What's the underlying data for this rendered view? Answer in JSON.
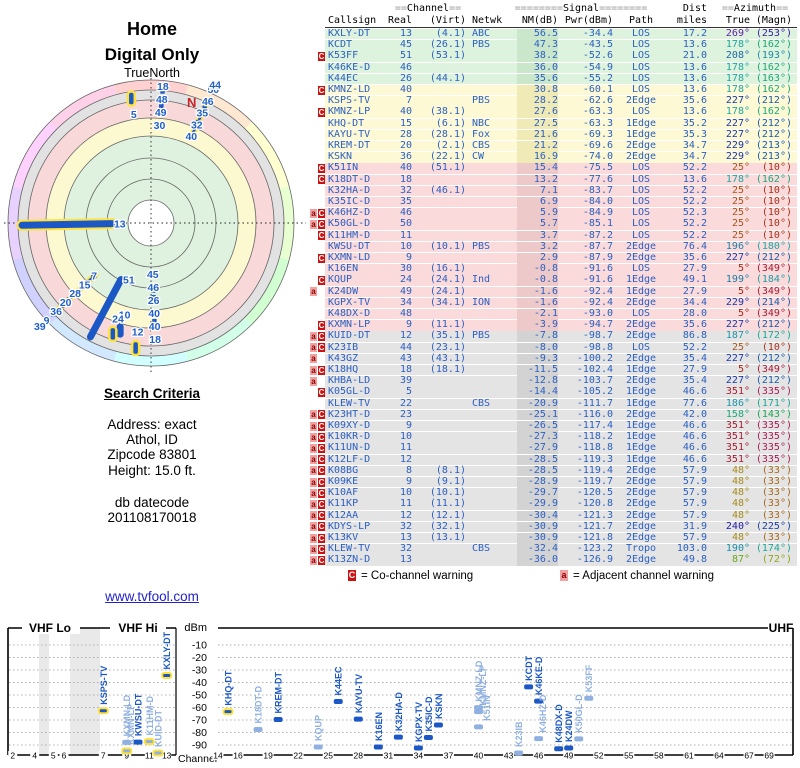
{
  "app": {
    "title1": "Home",
    "title2": "Digital Only",
    "compass": "TrueNorth",
    "north": "N"
  },
  "search": {
    "title": "Search Criteria",
    "lines": [
      "Address: exact",
      "Athol, ID",
      "Zipcode 83801",
      "Height: 15.0 ft."
    ],
    "db_label": "db datecode",
    "db_value": "201108170018"
  },
  "link": {
    "url_text": "www.tvfool.com"
  },
  "legend": {
    "c_symbol": "C",
    "c_text": "= Co-channel warning",
    "a_symbol": "a",
    "a_text": "= Adjacent channel warning"
  },
  "colors": {
    "text_blue": "#2a5fc4",
    "marker_dark": "#1b57c5",
    "marker_light": "#8fb0e0",
    "halo_yellow": "#ffe23c",
    "warn_red": "#cc1111",
    "warn_pink": "#f2a0a0",
    "north_red": "#cc2222"
  },
  "table": {
    "group_headers": {
      "channel": "==Channel==",
      "signal": "========Signal========",
      "dist": "Dist",
      "azimuth": "==Azimuth=="
    },
    "col_headers": {
      "cs": "Callsign",
      "re": "Real",
      "vi": "(Virt)",
      "nw": "Netwk",
      "nm": "NM(dB)",
      "pw": "Pwr(dBm)",
      "pa": "Path",
      "di": "miles",
      "tr": "True",
      "mg": "(Magn)"
    },
    "rows": [
      {
        "a": 0,
        "c": 0,
        "cs": "KXLY-DT",
        "re": "13",
        "vi": "(4.1)",
        "nw": "ABC",
        "nm": "56.5",
        "pw": "-34.4",
        "pa": "LOS",
        "di": "17.2",
        "tr": "269°",
        "mg": "(253°)"
      },
      {
        "a": 0,
        "c": 0,
        "cs": "KCDT",
        "re": "45",
        "vi": "(26.1)",
        "nw": "PBS",
        "nm": "47.3",
        "pw": "-43.5",
        "pa": "LOS",
        "di": "13.6",
        "tr": "178°",
        "mg": "(162°)"
      },
      {
        "a": 0,
        "c": 1,
        "cs": "K53FF",
        "re": "51",
        "vi": "(53.1)",
        "nw": "",
        "nm": "38.2",
        "pw": "-52.6",
        "pa": "LOS",
        "di": "21.0",
        "tr": "208°",
        "mg": "(193°)"
      },
      {
        "a": 0,
        "c": 0,
        "cs": "K46KE-D",
        "re": "46",
        "vi": "",
        "nw": "",
        "nm": "36.0",
        "pw": "-54.9",
        "pa": "LOS",
        "di": "13.6",
        "tr": "178°",
        "mg": "(162°)"
      },
      {
        "a": 0,
        "c": 0,
        "cs": "K44EC",
        "re": "26",
        "vi": "(44.1)",
        "nw": "",
        "nm": "35.6",
        "pw": "-55.2",
        "pa": "LOS",
        "di": "13.6",
        "tr": "178°",
        "mg": "(163°)"
      },
      {
        "a": 0,
        "c": 1,
        "cs": "KMNZ-LD",
        "re": "40",
        "vi": "",
        "nw": "",
        "nm": "30.8",
        "pw": "-60.1",
        "pa": "LOS",
        "di": "13.6",
        "tr": "178°",
        "mg": "(162°)"
      },
      {
        "a": 0,
        "c": 0,
        "cs": "KSPS-TV",
        "re": "7",
        "vi": "",
        "nw": "PBS",
        "nm": "28.2",
        "pw": "-62.6",
        "pa": "2Edge",
        "di": "35.6",
        "tr": "227°",
        "mg": "(212°)"
      },
      {
        "a": 0,
        "c": 1,
        "cs": "KMNZ-LP",
        "re": "40",
        "vi": "(38.1)",
        "nw": "",
        "nm": "27.6",
        "pw": "-63.3",
        "pa": "LOS",
        "di": "13.6",
        "tr": "178°",
        "mg": "(162°)"
      },
      {
        "a": 0,
        "c": 0,
        "cs": "KHQ-DT",
        "re": "15",
        "vi": "(6.1)",
        "nw": "NBC",
        "nm": "27.5",
        "pw": "-63.3",
        "pa": "1Edge",
        "di": "35.2",
        "tr": "227°",
        "mg": "(212°)"
      },
      {
        "a": 0,
        "c": 0,
        "cs": "KAYU-TV",
        "re": "28",
        "vi": "(28.1)",
        "nw": "Fox",
        "nm": "21.6",
        "pw": "-69.3",
        "pa": "1Edge",
        "di": "35.3",
        "tr": "227°",
        "mg": "(212°)"
      },
      {
        "a": 0,
        "c": 0,
        "cs": "KREM-DT",
        "re": "20",
        "vi": "(2.1)",
        "nw": "CBS",
        "nm": "21.2",
        "pw": "-69.6",
        "pa": "2Edge",
        "di": "34.7",
        "tr": "229°",
        "mg": "(213°)"
      },
      {
        "a": 0,
        "c": 0,
        "cs": "KSKN",
        "re": "36",
        "vi": "(22.1)",
        "nw": "CW",
        "nm": "16.9",
        "pw": "-74.0",
        "pa": "2Edge",
        "di": "34.7",
        "tr": "229°",
        "mg": "(213°)"
      },
      {
        "a": 0,
        "c": 1,
        "cs": "K51IN",
        "re": "40",
        "vi": "(51.1)",
        "nw": "",
        "nm": "15.4",
        "pw": "-75.5",
        "pa": "LOS",
        "di": "52.2",
        "tr": "25°",
        "mg": "(10°)"
      },
      {
        "a": 0,
        "c": 1,
        "cs": "K18DT-D",
        "re": "18",
        "vi": "",
        "nw": "",
        "nm": "13.2",
        "pw": "-77.6",
        "pa": "LOS",
        "di": "13.6",
        "tr": "178°",
        "mg": "(162°)"
      },
      {
        "a": 0,
        "c": 0,
        "cs": "K32HA-D",
        "re": "32",
        "vi": "(46.1)",
        "nw": "",
        "nm": "7.1",
        "pw": "-83.7",
        "pa": "LOS",
        "di": "52.2",
        "tr": "25°",
        "mg": "(10°)"
      },
      {
        "a": 0,
        "c": 0,
        "cs": "K35IC-D",
        "re": "35",
        "vi": "",
        "nw": "",
        "nm": "6.9",
        "pw": "-84.0",
        "pa": "LOS",
        "di": "52.2",
        "tr": "25°",
        "mg": "(10°)"
      },
      {
        "a": 1,
        "c": 1,
        "cs": "K46HZ-D",
        "re": "46",
        "vi": "",
        "nw": "",
        "nm": "5.9",
        "pw": "-84.9",
        "pa": "LOS",
        "di": "52.3",
        "tr": "25°",
        "mg": "(10°)"
      },
      {
        "a": 1,
        "c": 1,
        "cs": "K50GL-D",
        "re": "50",
        "vi": "",
        "nw": "",
        "nm": "5.7",
        "pw": "-85.1",
        "pa": "LOS",
        "di": "52.2",
        "tr": "25°",
        "mg": "(10°)"
      },
      {
        "a": 0,
        "c": 1,
        "cs": "K11HM-D",
        "re": "11",
        "vi": "",
        "nw": "",
        "nm": "3.7",
        "pw": "-87.2",
        "pa": "LOS",
        "di": "52.2",
        "tr": "25°",
        "mg": "(10°)"
      },
      {
        "a": 0,
        "c": 0,
        "cs": "KWSU-DT",
        "re": "10",
        "vi": "(10.1)",
        "nw": "PBS",
        "nm": "3.2",
        "pw": "-87.7",
        "pa": "2Edge",
        "di": "76.4",
        "tr": "196°",
        "mg": "(180°)"
      },
      {
        "a": 0,
        "c": 1,
        "cs": "KXMN-LD",
        "re": "9",
        "vi": "",
        "nw": "",
        "nm": "2.9",
        "pw": "-87.9",
        "pa": "2Edge",
        "di": "35.6",
        "tr": "227°",
        "mg": "(212°)"
      },
      {
        "a": 0,
        "c": 0,
        "cs": "K16EN",
        "re": "30",
        "vi": "(16.1)",
        "nw": "",
        "nm": "-0.8",
        "pw": "-91.6",
        "pa": "LOS",
        "di": "27.9",
        "tr": "5°",
        "mg": "(349°)"
      },
      {
        "a": 0,
        "c": 1,
        "cs": "KQUP",
        "re": "24",
        "vi": "(24.1)",
        "nw": "Ind",
        "nm": "-0.8",
        "pw": "-91.6",
        "pa": "1Edge",
        "di": "49.1",
        "tr": "199°",
        "mg": "(184°)"
      },
      {
        "a": 1,
        "c": 0,
        "cs": "K24DW",
        "re": "49",
        "vi": "(24.1)",
        "nw": "",
        "nm": "-1.6",
        "pw": "-92.4",
        "pa": "1Edge",
        "di": "27.9",
        "tr": "5°",
        "mg": "(349°)"
      },
      {
        "a": 0,
        "c": 0,
        "cs": "KGPX-TV",
        "re": "34",
        "vi": "(34.1)",
        "nw": "ION",
        "nm": "-1.6",
        "pw": "-92.4",
        "pa": "2Edge",
        "di": "34.4",
        "tr": "229°",
        "mg": "(214°)"
      },
      {
        "a": 0,
        "c": 0,
        "cs": "K48DX-D",
        "re": "48",
        "vi": "",
        "nw": "",
        "nm": "-2.1",
        "pw": "-93.0",
        "pa": "LOS",
        "di": "28.0",
        "tr": "5°",
        "mg": "(349°)"
      },
      {
        "a": 0,
        "c": 1,
        "cs": "KXMN-LP",
        "re": "9",
        "vi": "(11.1)",
        "nw": "",
        "nm": "-3.9",
        "pw": "-94.7",
        "pa": "2Edge",
        "di": "35.6",
        "tr": "227°",
        "mg": "(212°)"
      },
      {
        "a": 1,
        "c": 1,
        "cs": "KUID-DT",
        "re": "12",
        "vi": "(35.1)",
        "nw": "PBS",
        "nm": "-7.8",
        "pw": "-98.7",
        "pa": "2Edge",
        "di": "86.8",
        "tr": "187°",
        "mg": "(172°)"
      },
      {
        "a": 1,
        "c": 1,
        "cs": "K23IB",
        "re": "44",
        "vi": "(23.1)",
        "nw": "",
        "nm": "-8.0",
        "pw": "-98.8",
        "pa": "LOS",
        "di": "52.2",
        "tr": "25°",
        "mg": "(10°)"
      },
      {
        "a": 1,
        "c": 0,
        "cs": "K43GZ",
        "re": "43",
        "vi": "(43.1)",
        "nw": "",
        "nm": "-9.3",
        "pw": "-100.2",
        "pa": "2Edge",
        "di": "35.4",
        "tr": "227°",
        "mg": "(212°)"
      },
      {
        "a": 1,
        "c": 1,
        "cs": "K18HQ",
        "re": "18",
        "vi": "(18.1)",
        "nw": "",
        "nm": "-11.5",
        "pw": "-102.4",
        "pa": "1Edge",
        "di": "27.9",
        "tr": "5°",
        "mg": "(349°)"
      },
      {
        "a": 1,
        "c": 0,
        "cs": "KHBA-LD",
        "re": "39",
        "vi": "",
        "nw": "",
        "nm": "-12.8",
        "pw": "-103.7",
        "pa": "2Edge",
        "di": "35.4",
        "tr": "227°",
        "mg": "(212°)"
      },
      {
        "a": 0,
        "c": 1,
        "cs": "K05GL-D",
        "re": "5",
        "vi": "",
        "nw": "",
        "nm": "-14.4",
        "pw": "-105.2",
        "pa": "1Edge",
        "di": "46.6",
        "tr": "351°",
        "mg": "(335°)"
      },
      {
        "a": 0,
        "c": 0,
        "cs": "KLEW-TV",
        "re": "22",
        "vi": "",
        "nw": "CBS",
        "nm": "-20.9",
        "pw": "-111.7",
        "pa": "1Edge",
        "di": "77.6",
        "tr": "186°",
        "mg": "(171°)"
      },
      {
        "a": 1,
        "c": 1,
        "cs": "K23HT-D",
        "re": "23",
        "vi": "",
        "nw": "",
        "nm": "-25.1",
        "pw": "-116.0",
        "pa": "2Edge",
        "di": "42.0",
        "tr": "158°",
        "mg": "(143°)"
      },
      {
        "a": 1,
        "c": 1,
        "cs": "K09XY-D",
        "re": "9",
        "vi": "",
        "nw": "",
        "nm": "-26.5",
        "pw": "-117.4",
        "pa": "1Edge",
        "di": "46.6",
        "tr": "351°",
        "mg": "(335°)"
      },
      {
        "a": 1,
        "c": 1,
        "cs": "K10KR-D",
        "re": "10",
        "vi": "",
        "nw": "",
        "nm": "-27.3",
        "pw": "-118.2",
        "pa": "1Edge",
        "di": "46.6",
        "tr": "351°",
        "mg": "(335°)"
      },
      {
        "a": 1,
        "c": 1,
        "cs": "K11UN-D",
        "re": "11",
        "vi": "",
        "nw": "",
        "nm": "-27.9",
        "pw": "-118.8",
        "pa": "1Edge",
        "di": "46.6",
        "tr": "351°",
        "mg": "(335°)"
      },
      {
        "a": 1,
        "c": 1,
        "cs": "K12LF-D",
        "re": "12",
        "vi": "",
        "nw": "",
        "nm": "-28.5",
        "pw": "-119.3",
        "pa": "1Edge",
        "di": "46.6",
        "tr": "351°",
        "mg": "(335°)"
      },
      {
        "a": 1,
        "c": 1,
        "cs": "K08BG",
        "re": "8",
        "vi": "(8.1)",
        "nw": "",
        "nm": "-28.5",
        "pw": "-119.4",
        "pa": "2Edge",
        "di": "57.9",
        "tr": "48°",
        "mg": "(33°)"
      },
      {
        "a": 1,
        "c": 1,
        "cs": "K09KE",
        "re": "9",
        "vi": "(9.1)",
        "nw": "",
        "nm": "-28.9",
        "pw": "-119.7",
        "pa": "2Edge",
        "di": "57.9",
        "tr": "48°",
        "mg": "(33°)"
      },
      {
        "a": 1,
        "c": 1,
        "cs": "K10AF",
        "re": "10",
        "vi": "(10.1)",
        "nw": "",
        "nm": "-29.7",
        "pw": "-120.5",
        "pa": "2Edge",
        "di": "57.9",
        "tr": "48°",
        "mg": "(33°)"
      },
      {
        "a": 1,
        "c": 1,
        "cs": "K11KP",
        "re": "11",
        "vi": "(11.1)",
        "nw": "",
        "nm": "-29.9",
        "pw": "-120.8",
        "pa": "2Edge",
        "di": "57.9",
        "tr": "48°",
        "mg": "(33°)"
      },
      {
        "a": 1,
        "c": 1,
        "cs": "K12AA",
        "re": "12",
        "vi": "(12.1)",
        "nw": "",
        "nm": "-30.4",
        "pw": "-121.3",
        "pa": "2Edge",
        "di": "57.9",
        "tr": "48°",
        "mg": "(33°)"
      },
      {
        "a": 1,
        "c": 1,
        "cs": "KDYS-LP",
        "re": "32",
        "vi": "(32.1)",
        "nw": "",
        "nm": "-30.9",
        "pw": "-121.7",
        "pa": "2Edge",
        "di": "31.9",
        "tr": "240°",
        "mg": "(225°)"
      },
      {
        "a": 1,
        "c": 1,
        "cs": "K13KV",
        "re": "13",
        "vi": "(13.1)",
        "nw": "",
        "nm": "-30.9",
        "pw": "-121.8",
        "pa": "2Edge",
        "di": "57.9",
        "tr": "48°",
        "mg": "(33°)"
      },
      {
        "a": 1,
        "c": 1,
        "cs": "KLEW-TV",
        "re": "32",
        "vi": "",
        "nw": "CBS",
        "nm": "-32.4",
        "pw": "-123.2",
        "pa": "Tropo",
        "di": "103.0",
        "tr": "190°",
        "mg": "(174°)"
      },
      {
        "a": 1,
        "c": 1,
        "cs": "K13ZN-D",
        "re": "13",
        "vi": "",
        "nw": "",
        "nm": "-36.0",
        "pw": "-126.9",
        "pa": "2Edge",
        "di": "49.8",
        "tr": "87°",
        "mg": "(72°)"
      }
    ]
  },
  "chart_data": {
    "type": "scatter",
    "note": "Radar and band charts plot each station (from table.rows) at its RF channel / azimuth vs. power in dBm",
    "radar": {
      "center_label": "TrueNorth",
      "north_label": "N",
      "rings": [
        "green",
        "yellow",
        "pink",
        "gray",
        "hue-wheel"
      ],
      "marker_groups": [
        {
          "az": 269,
          "shape": "bar",
          "yellow": true
        },
        {
          "az": 208,
          "shape": "bar",
          "yellow": false
        },
        {
          "az": 227,
          "shape": "line",
          "yellow": true
        },
        {
          "az": 25,
          "shape": "line",
          "yellow": true
        },
        {
          "az": 178,
          "shape": "points",
          "yellow": false
        },
        {
          "az": 5,
          "shape": "points",
          "yellow": false
        },
        {
          "az": 196,
          "shape": "oval",
          "yellow": false
        },
        {
          "az": 199,
          "shape": "oval",
          "yellow": true
        },
        {
          "az": 187,
          "shape": "oval",
          "yellow": true
        },
        {
          "az": 351,
          "shape": "oval",
          "yellow": true
        }
      ],
      "power_cutoff_dbm": -106
    },
    "vhf": {
      "title_lo": "VHF Lo",
      "title_hi": "VHF Hi",
      "ticks": [
        2,
        4,
        5,
        6,
        7,
        9,
        11,
        13
      ]
    },
    "uhf": {
      "title": "UHF",
      "ticks": [
        14,
        16,
        19,
        22,
        25,
        28,
        31,
        34,
        37,
        40,
        43,
        46,
        49,
        52,
        55,
        58,
        61,
        64,
        67,
        69
      ]
    },
    "y_axis": {
      "label": "dBm",
      "ticks": [
        -10,
        -20,
        -30,
        -40,
        -50,
        -60,
        -70,
        -80,
        -90
      ],
      "bottom_label": "Channel"
    },
    "power_cutoff_dbm": -100,
    "halo_callsigns": [
      "KXLY-DT",
      "KSPS-TV",
      "KXMN-LP",
      "K11HM-D",
      "KUID-DT",
      "KHQ-DT"
    ]
  }
}
